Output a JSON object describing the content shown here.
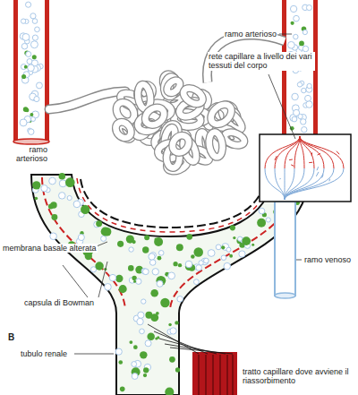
{
  "diagram": {
    "labels": [
      "ramo arterioso",
      "rete capillare a livello dei vari tessuti del corpo",
      "ramo arterioso",
      "ramo venoso",
      "membrana basale alterata",
      "capsula di Bowman",
      "B",
      "tubulo renale",
      "tratto capillare dove avviene il riassorbimento"
    ]
  }
}
